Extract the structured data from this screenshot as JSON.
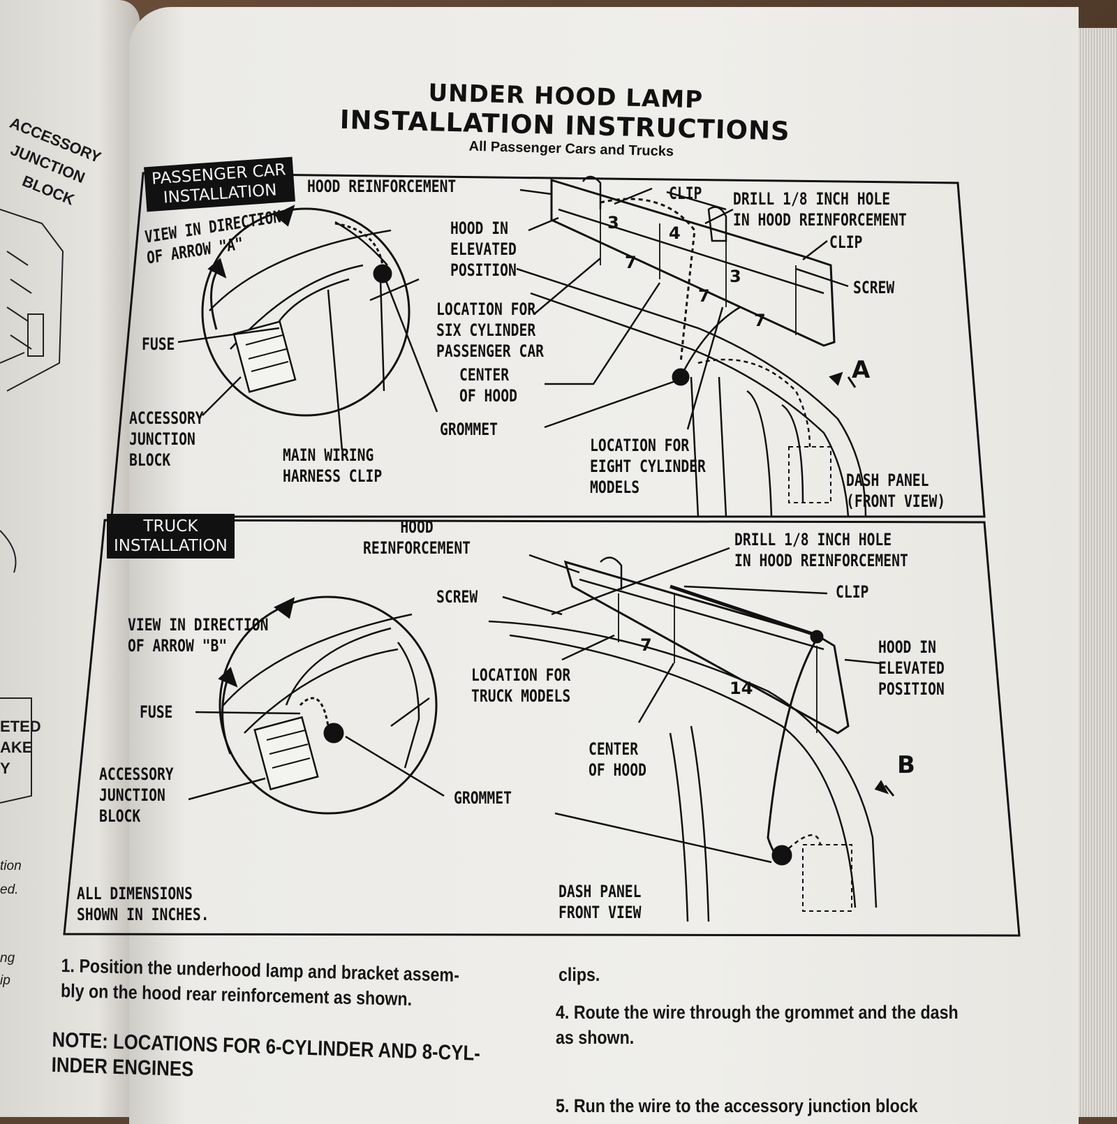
{
  "document": {
    "title_line1": "UNDER HOOD LAMP",
    "title_line2": "INSTALLATION INSTRUCTIONS",
    "subtitle": "All Passenger Cars and Trucks"
  },
  "left_page": {
    "fragments": [
      "ACCESSORY",
      "JUNCTION",
      "BLOCK",
      "ETED",
      "AKE",
      "Y",
      "tion",
      "ed.",
      "ng",
      "ip"
    ]
  },
  "passenger_panel": {
    "tag": "PASSENGER CAR\nINSTALLATION",
    "labels": {
      "hood_reinforcement": "HOOD REINFORCEMENT",
      "clip_top": "CLIP",
      "drill": "DRILL 1/8 INCH HOLE\nIN HOOD REINFORCEMENT",
      "hood_elevated": "HOOD IN\nELEVATED\nPOSITION",
      "clip_right": "CLIP",
      "screw": "SCREW",
      "view_direction": "VIEW IN DIRECTION\nOF ARROW \"A\"",
      "six_cyl": "LOCATION FOR\nSIX CYLINDER\nPASSENGER CAR",
      "center_hood": "CENTER\nOF HOOD",
      "fuse": "FUSE",
      "accessory_block": "ACCESSORY\nJUNCTION\nBLOCK",
      "grommet": "GROMMET",
      "main_wiring": "MAIN WIRING\nHARNESS CLIP",
      "eight_cyl": "LOCATION FOR\nEIGHT CYLINDER\nMODELS",
      "dash_panel": "DASH PANEL\n(FRONT VIEW)",
      "arrow_letter": "A"
    },
    "dimensions": [
      "3",
      "4",
      "7",
      "3",
      "7",
      "7"
    ]
  },
  "truck_panel": {
    "tag": "TRUCK\nINSTALLATION",
    "labels": {
      "hood_reinforcement": "HOOD\nREINFORCEMENT",
      "drill": "DRILL 1/8 INCH HOLE\nIN HOOD REINFORCEMENT",
      "screw": "SCREW",
      "clip": "CLIP",
      "view_direction": "VIEW IN DIRECTION\nOF ARROW \"B\"",
      "hood_elevated": "HOOD IN\nELEVATED\nPOSITION",
      "truck_models": "LOCATION FOR\nTRUCK MODELS",
      "fuse": "FUSE",
      "center_hood": "CENTER\nOF HOOD",
      "accessory_block": "ACCESSORY\nJUNCTION\nBLOCK",
      "grommet": "GROMMET",
      "all_dims": "ALL DIMENSIONS\nSHOWN IN INCHES.",
      "dash_panel": "DASH PANEL\nFRONT VIEW",
      "arrow_letter": "B"
    },
    "dimensions": [
      "7",
      "14"
    ]
  },
  "instructions": {
    "step1": "1. Position the underhood lamp and bracket assem-\nbly on the hood rear reinforcement as shown.",
    "note": "NOTE: LOCATIONS FOR 6-CYLINDER AND 8-CYL-\nINDER ENGINES",
    "col2_top": "clips.",
    "step4": "4. Route the wire through the grommet and the dash\nas shown.",
    "step5_partial": "5. Run the wire to the accessory junction block"
  }
}
